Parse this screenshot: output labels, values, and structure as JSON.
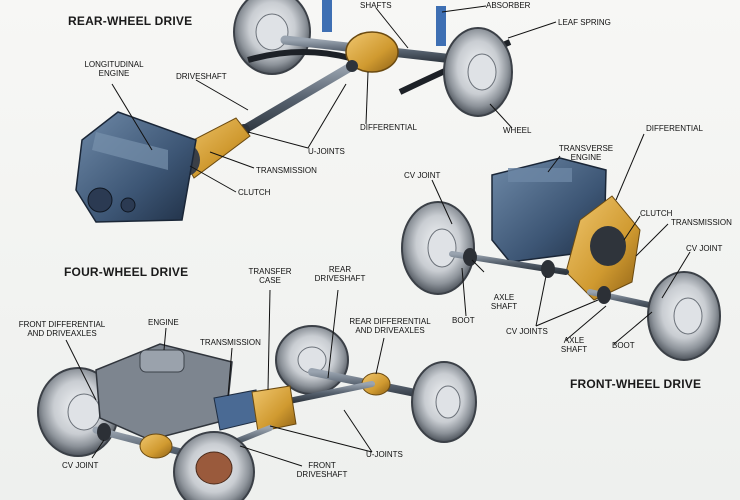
{
  "sections": {
    "rwd": "REAR-WHEEL DRIVE",
    "fwd": "FRONT-WHEEL DRIVE",
    "awd": "FOUR-WHEEL DRIVE"
  },
  "rwd_labels": {
    "shafts": "SHAFTS",
    "absorber": "ABSORBER",
    "leaf_spring": "LEAF SPRING",
    "engine_1": "LONGITUDINAL",
    "engine_2": "ENGINE",
    "driveshaft": "DRIVESHAFT",
    "differential": "DIFFERENTIAL",
    "wheel": "WHEEL",
    "u_joints": "U-JOINTS",
    "transmission": "TRANSMISSION",
    "clutch": "CLUTCH"
  },
  "fwd_labels": {
    "differential": "DIFFERENTIAL",
    "engine_1": "TRANSVERSE",
    "engine_2": "ENGINE",
    "cv_joint_left": "CV JOINT",
    "clutch": "CLUTCH",
    "transmission": "TRANSMISSION",
    "cv_joint_right": "CV JOINT",
    "axle_shaft_left_1": "AXLE",
    "axle_shaft_left_2": "SHAFT",
    "boot_left": "BOOT",
    "cv_joints": "CV JOINTS",
    "axle_shaft_right_1": "AXLE",
    "axle_shaft_right_2": "SHAFT",
    "boot_right": "BOOT"
  },
  "awd_labels": {
    "transfer_1": "TRANSFER",
    "transfer_2": "CASE",
    "rear_driveshaft_1": "REAR",
    "rear_driveshaft_2": "DRIVESHAFT",
    "front_diff_1": "FRONT DIFFERENTIAL",
    "front_diff_2": "AND DRIVEAXLES",
    "engine": "ENGINE",
    "transmission": "TRANSMISSION",
    "rear_diff_1": "REAR DIFFERENTIAL",
    "rear_diff_2": "AND DRIVEAXLES",
    "cv_joint": "CV JOINT",
    "front_driveshaft_1": "FRONT",
    "front_driveshaft_2": "DRIVESHAFT",
    "u_joints": "U-JOINTS"
  },
  "colors": {
    "tire": "#8f959c",
    "tire_dark": "#4a4f56",
    "rim": "#e3e6ea",
    "engine": "#3f5a7a",
    "engine_dark": "#243650",
    "gearbox": "#d9a53c",
    "shaft": "#5d6877",
    "leader": "#111111"
  }
}
